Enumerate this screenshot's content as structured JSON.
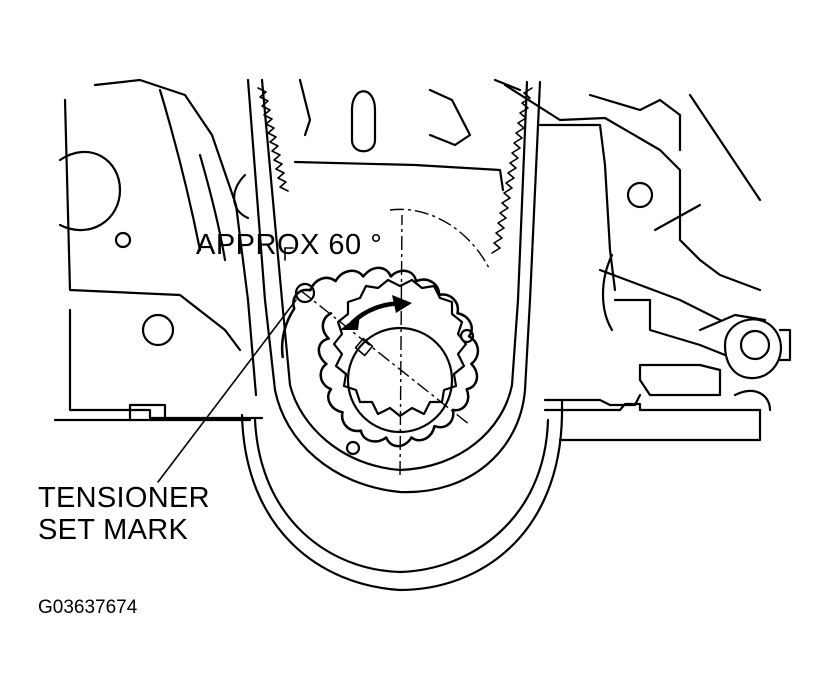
{
  "labels": {
    "angle": "APPROX 60 °",
    "tensioner_line1": "TENSIONER",
    "tensioner_line2": "SET MARK",
    "figure_code": "G03637674"
  }
}
